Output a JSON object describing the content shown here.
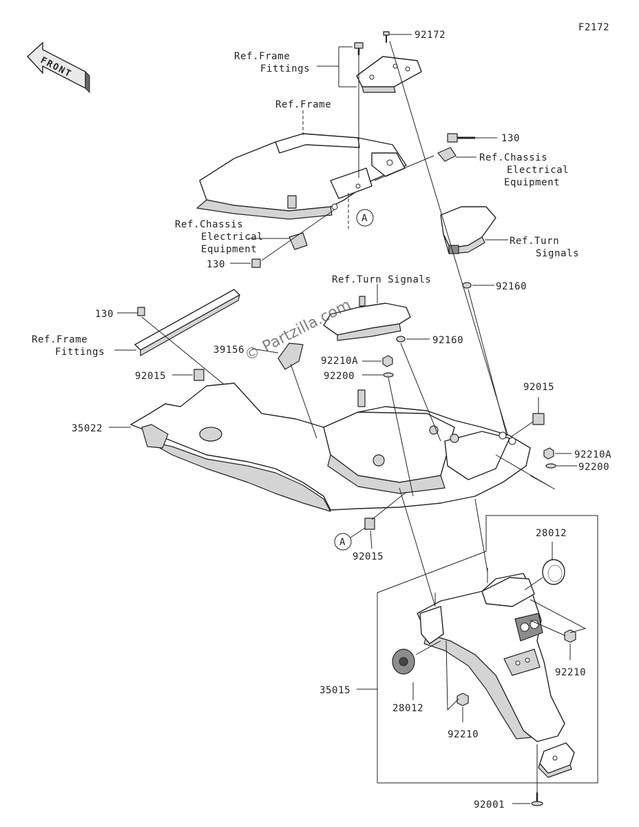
{
  "figure_code": "F2172",
  "front_arrow": {
    "text": "FRONT"
  },
  "watermark": "© Partzilla.com",
  "callout_marker": "A",
  "labels": {
    "p92172": "92172",
    "ref_frame_fittings_top_1": "Ref.Frame",
    "ref_frame_fittings_top_2": "Fittings",
    "ref_frame": "Ref.Frame",
    "p130_top": "130",
    "ref_chassis_right_1": "Ref.Chassis",
    "ref_chassis_right_2": "Electrical",
    "ref_chassis_right_3": "Equipment",
    "ref_chassis_left_1": "Ref.Chassis",
    "ref_chassis_left_2": "Electrical",
    "ref_chassis_left_3": "Equipment",
    "p130_mid": "130",
    "ref_turn_right_1": "Ref.Turn",
    "ref_turn_right_2": "Signals",
    "ref_turn_center": "Ref.Turn Signals",
    "p92160_a": "92160",
    "p92160_b": "92160",
    "p130_left": "130",
    "ref_frame_fittings_left_1": "Ref.Frame",
    "ref_frame_fittings_left_2": "Fittings",
    "p39156": "39156",
    "p92210A_center": "92210A",
    "p92200_center": "92200",
    "p92015_left": "92015",
    "p92015_right": "92015",
    "p35022": "35022",
    "p92210A_right": "92210A",
    "p92200_right": "92200",
    "p92015_bottom": "92015",
    "p28012_right": "28012",
    "p92210_right": "92210",
    "p35015": "35015",
    "p28012_left": "28012",
    "p92210_bottom": "92210",
    "p92001": "92001"
  }
}
